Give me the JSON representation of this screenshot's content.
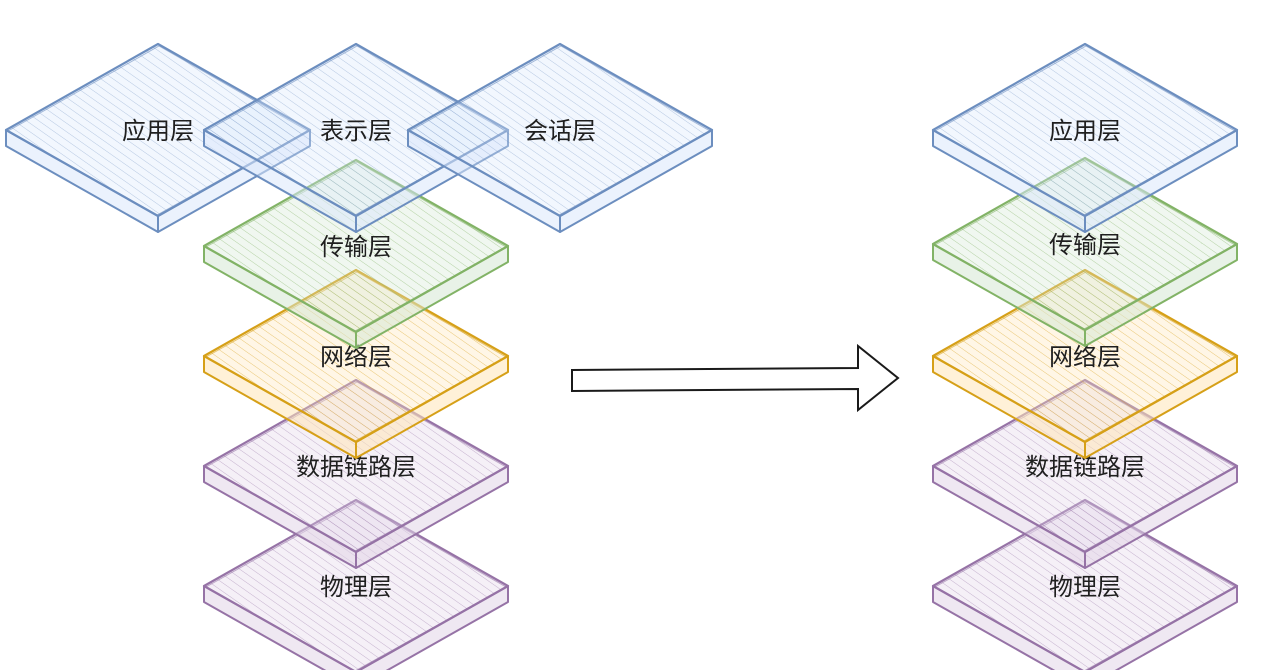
{
  "colors": {
    "blue": {
      "stroke": "#6c8ebf",
      "fill": "#dae8fc"
    },
    "green": {
      "stroke": "#82b366",
      "fill": "#d5e8d4"
    },
    "yellow": {
      "stroke": "#d6a018",
      "fill": "#ffe6b8"
    },
    "purple": {
      "stroke": "#9673a6",
      "fill": "#e1d5e7"
    },
    "arrow": "#1a1a1a"
  },
  "left_stack": {
    "top_row": [
      {
        "id": "application",
        "label": "应用层",
        "color": "blue"
      },
      {
        "id": "presentation",
        "label": "表示层",
        "color": "blue"
      },
      {
        "id": "session",
        "label": "会话层",
        "color": "blue"
      }
    ],
    "column": [
      {
        "id": "transport",
        "label": "传输层",
        "color": "green"
      },
      {
        "id": "network",
        "label": "网络层",
        "color": "yellow"
      },
      {
        "id": "datalink",
        "label": "数据链路层",
        "color": "purple"
      },
      {
        "id": "physical",
        "label": "物理层",
        "color": "purple"
      }
    ]
  },
  "right_stack": {
    "column": [
      {
        "id": "application",
        "label": "应用层",
        "color": "blue"
      },
      {
        "id": "transport",
        "label": "传输层",
        "color": "green"
      },
      {
        "id": "network",
        "label": "网络层",
        "color": "yellow"
      },
      {
        "id": "datalink",
        "label": "数据链路层",
        "color": "purple"
      },
      {
        "id": "physical",
        "label": "物理层",
        "color": "purple"
      }
    ]
  },
  "arrow": {
    "direction": "right",
    "style": "outline"
  }
}
